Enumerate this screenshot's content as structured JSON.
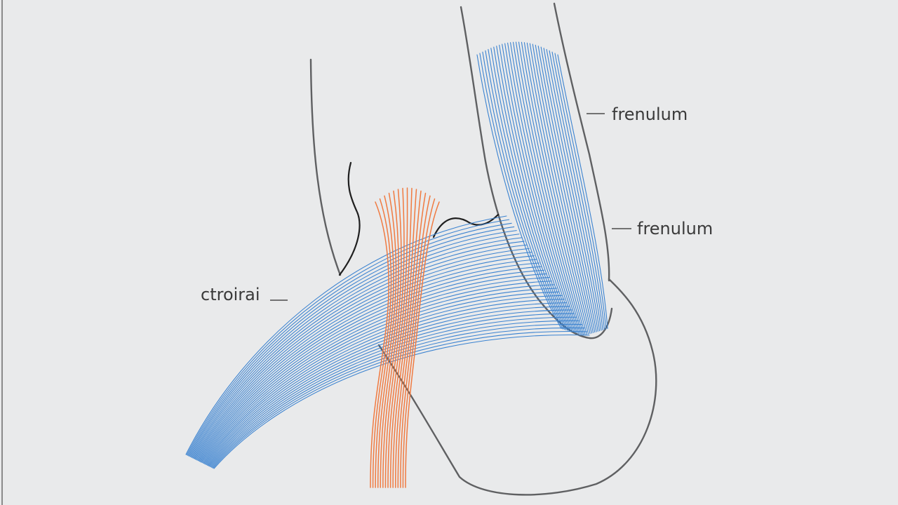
{
  "labels": {
    "frenulum_top": "frenulum",
    "frenulum_mid": "frenulum",
    "left_label": "ctroirai"
  },
  "colors": {
    "background": "#e9eaeb",
    "blue_fibers": "#3a82d0",
    "orange_fibers": "#f07a40",
    "outline": "#5f6062",
    "dark_outline": "#1f1f1f"
  }
}
